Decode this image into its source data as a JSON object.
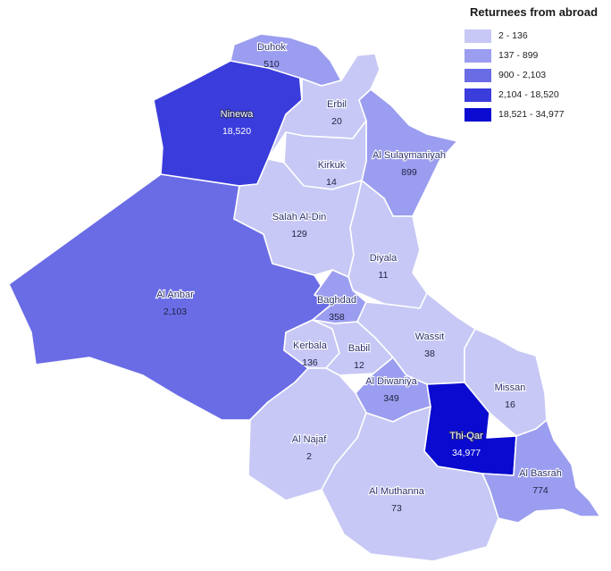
{
  "legend": {
    "title": "Returnees from abroad",
    "classes": [
      {
        "label": "2 - 136",
        "color": "#c7c8f5"
      },
      {
        "label": "137 - 899",
        "color": "#9b9df0"
      },
      {
        "label": "900 - 2,103",
        "color": "#6a6ce6"
      },
      {
        "label": "2,104 - 18,520",
        "color": "#3a3cdc"
      },
      {
        "label": "18,521 - 34,977",
        "color": "#0a0ad0"
      }
    ]
  },
  "provinces": [
    {
      "name": "Duhok",
      "value": "510",
      "count": 510
    },
    {
      "name": "Ninewa",
      "value": "18,520",
      "count": 18520
    },
    {
      "name": "Erbil",
      "value": "20",
      "count": 20
    },
    {
      "name": "Al Sulaymaniyah",
      "value": "899",
      "count": 899
    },
    {
      "name": "Kirkuk",
      "value": "14",
      "count": 14
    },
    {
      "name": "Salah Al-Din",
      "value": "129",
      "count": 129
    },
    {
      "name": "Diyala",
      "value": "11",
      "count": 11
    },
    {
      "name": "Al Anbar",
      "value": "2,103",
      "count": 2103
    },
    {
      "name": "Baghdad",
      "value": "358",
      "count": 358
    },
    {
      "name": "Kerbala",
      "value": "136",
      "count": 136
    },
    {
      "name": "Babil",
      "value": "12",
      "count": 12
    },
    {
      "name": "Wassit",
      "value": "38",
      "count": 38
    },
    {
      "name": "Al Diwaniya",
      "value": "349",
      "count": 349
    },
    {
      "name": "Missan",
      "value": "16",
      "count": 16
    },
    {
      "name": "Thi-Qar",
      "value": "34,977",
      "count": 34977
    },
    {
      "name": "Al Najaf",
      "value": "2",
      "count": 2
    },
    {
      "name": "Al Muthanna",
      "value": "73",
      "count": 73
    },
    {
      "name": "Al Basrah",
      "value": "774",
      "count": 774
    }
  ]
}
